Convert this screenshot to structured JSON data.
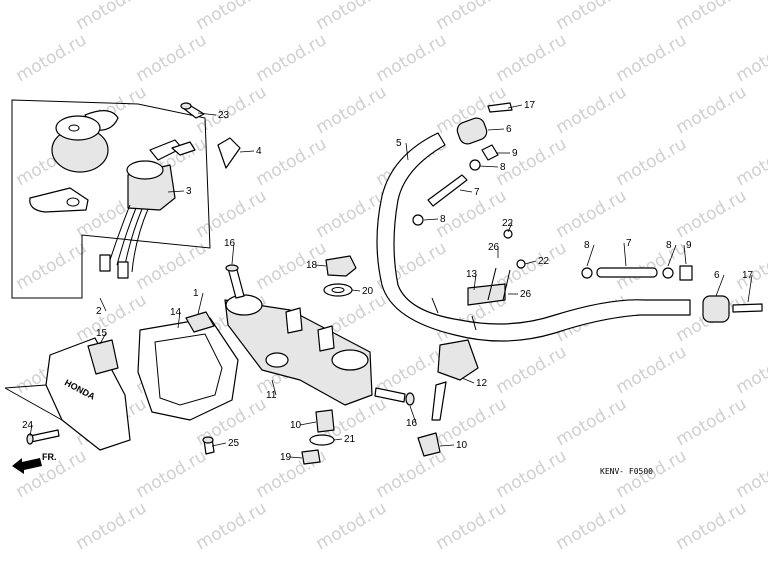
{
  "watermark": {
    "text": "motod.ru"
  },
  "diagram": {
    "drawing_code": "KENV- F0500",
    "front_arrow_label": "FR.",
    "emblem_text": "HONDA",
    "callouts": [
      {
        "id": "c23",
        "text": "23"
      },
      {
        "id": "c4",
        "text": "4"
      },
      {
        "id": "c3",
        "text": "3"
      },
      {
        "id": "c2",
        "text": "2"
      },
      {
        "id": "c17a",
        "text": "17"
      },
      {
        "id": "c6a",
        "text": "6"
      },
      {
        "id": "c9a",
        "text": "9"
      },
      {
        "id": "c8a",
        "text": "8"
      },
      {
        "id": "c5",
        "text": "5"
      },
      {
        "id": "c7a",
        "text": "7"
      },
      {
        "id": "c8b",
        "text": "8"
      },
      {
        "id": "c22a",
        "text": "22"
      },
      {
        "id": "c26a",
        "text": "26"
      },
      {
        "id": "c22b",
        "text": "22"
      },
      {
        "id": "c13",
        "text": "13"
      },
      {
        "id": "c26b",
        "text": "26"
      },
      {
        "id": "c8c",
        "text": "8"
      },
      {
        "id": "c7b",
        "text": "7"
      },
      {
        "id": "c8d",
        "text": "8"
      },
      {
        "id": "c9b",
        "text": "9"
      },
      {
        "id": "c6b",
        "text": "6"
      },
      {
        "id": "c17b",
        "text": "17"
      },
      {
        "id": "c16a",
        "text": "16"
      },
      {
        "id": "c18",
        "text": "18"
      },
      {
        "id": "c20",
        "text": "20"
      },
      {
        "id": "c1",
        "text": "1"
      },
      {
        "id": "c14",
        "text": "14"
      },
      {
        "id": "c15",
        "text": "15"
      },
      {
        "id": "c11",
        "text": "11"
      },
      {
        "id": "c12",
        "text": "12"
      },
      {
        "id": "c16b",
        "text": "16"
      },
      {
        "id": "c10a",
        "text": "10"
      },
      {
        "id": "c21",
        "text": "21"
      },
      {
        "id": "c10b",
        "text": "10"
      },
      {
        "id": "c19",
        "text": "19"
      },
      {
        "id": "c24",
        "text": "24"
      },
      {
        "id": "c25",
        "text": "25"
      }
    ]
  }
}
